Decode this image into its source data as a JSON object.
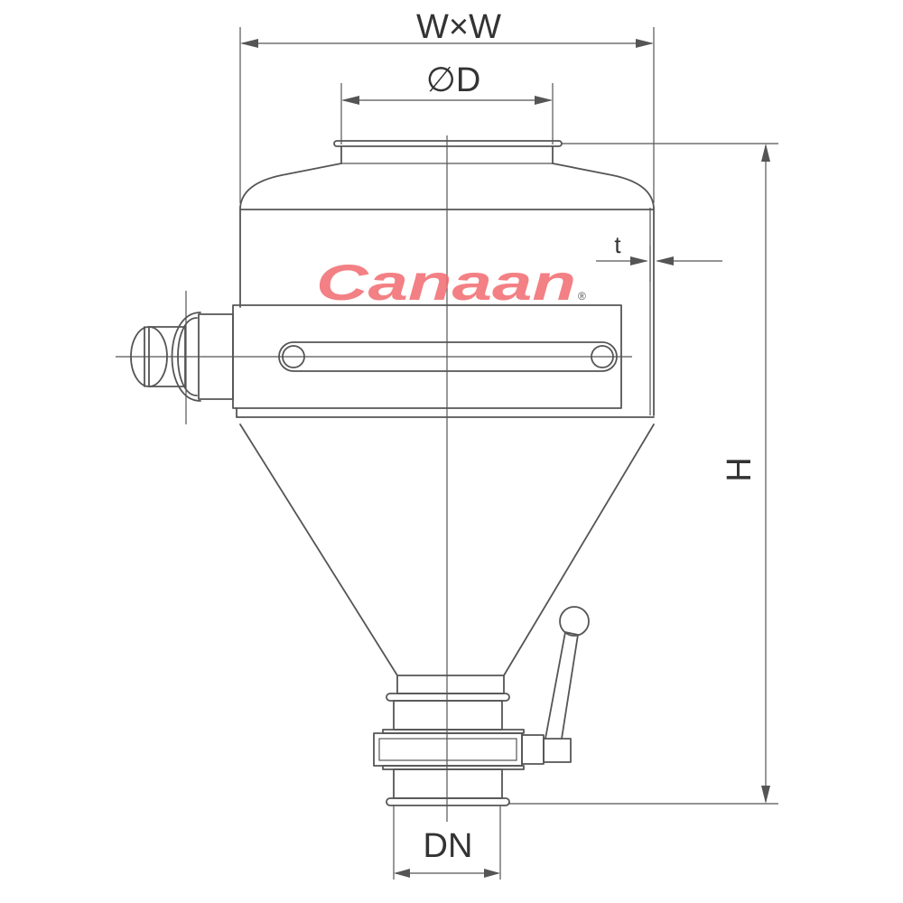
{
  "dimensions": {
    "width": "W×W",
    "diameter": "∅D",
    "thickness": "t",
    "height": "H",
    "outlet": "DN"
  },
  "logo": {
    "text": "Canaan",
    "registered_mark": "®",
    "color": "#f26a6f"
  },
  "colors": {
    "line": "#555555",
    "background": "#ffffff"
  }
}
